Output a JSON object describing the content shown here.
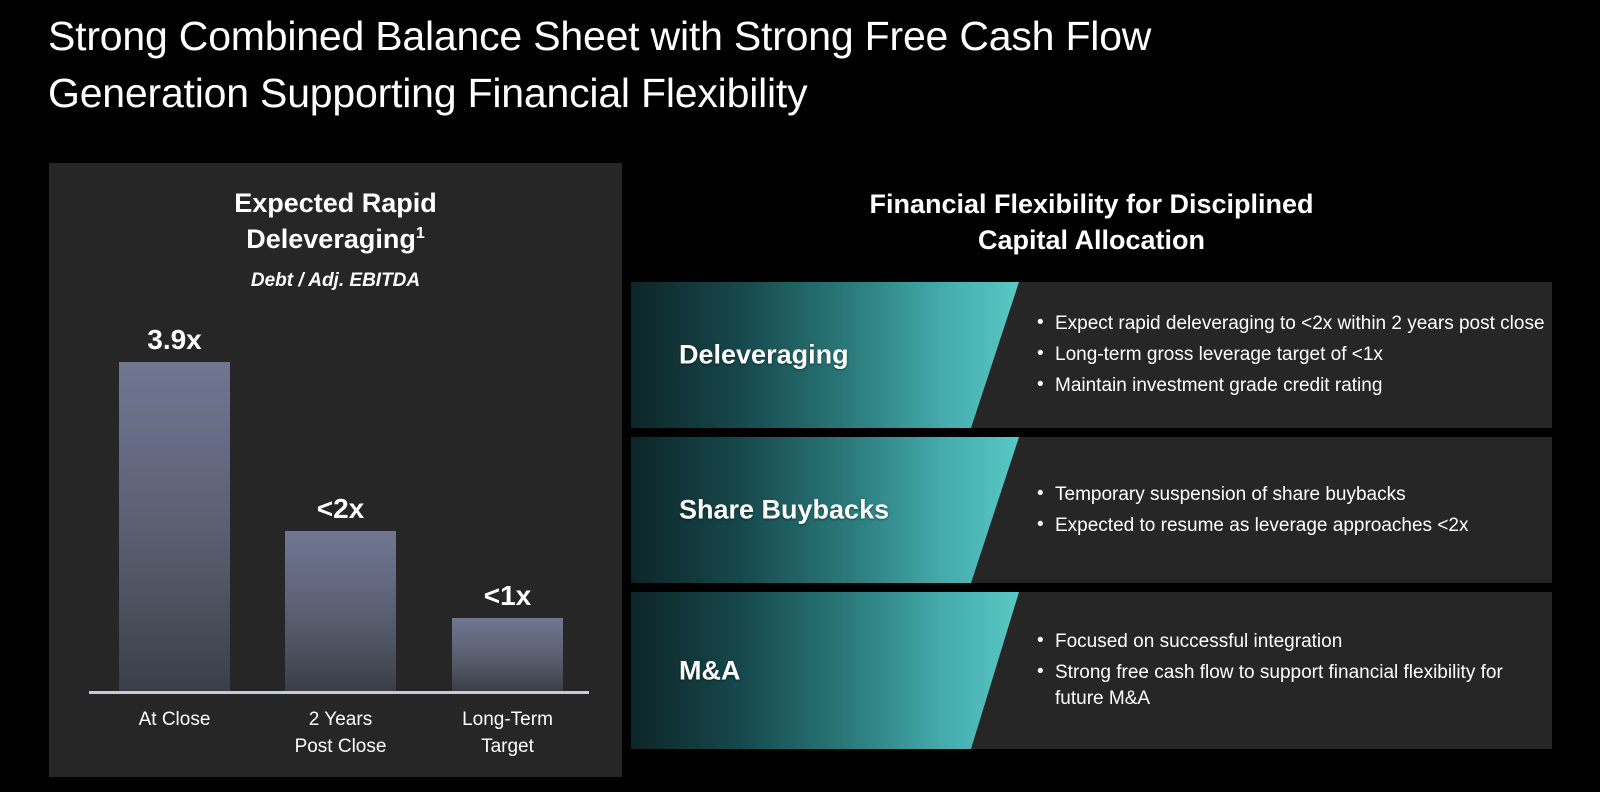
{
  "slide": {
    "title_lines": [
      "Strong Combined Balance Sheet with Strong Free Cash Flow",
      "Generation Supporting Financial Flexibility"
    ],
    "background_color": "#000000"
  },
  "chart_panel": {
    "title_line1": "Expected Rapid",
    "title_line2": "Deleveraging",
    "title_footnote": "1",
    "subtitle": "Debt / Adj. EBITDA",
    "panel_color": "#262626",
    "bar_top_color": "#717690",
    "bar_bottom_color": "#3a3e48",
    "axis_color": "#c9cbd0"
  },
  "chart_data": {
    "type": "bar",
    "title": "Expected Rapid Deleveraging",
    "subtitle": "Debt / Adj. EBITDA",
    "xlabel": "",
    "ylabel": "Debt / Adj. EBITDA",
    "ylim": [
      0,
      4.3
    ],
    "grid": false,
    "legend": "none",
    "categories": [
      "At Close",
      "2 Years Post Close",
      "Long-Term Target"
    ],
    "category_lines": [
      [
        "At Close"
      ],
      [
        "2 Years",
        "Post Close"
      ],
      [
        "Long-Term",
        "Target"
      ]
    ],
    "values": [
      3.9,
      2.0,
      1.0
    ],
    "data_labels": [
      "3.9x",
      "<2x",
      "<1x"
    ]
  },
  "right_panel": {
    "heading_line1": "Financial Flexibility for Disciplined",
    "heading_line2": "Capital Allocation",
    "accent_color": "#59c8c5",
    "accent_dark_color": "#0d2528",
    "panel_color": "#262626",
    "rows": [
      {
        "label": "Deleveraging",
        "bullets": [
          "Expect rapid deleveraging to <2x within 2 years post close",
          "Long-term gross leverage target of <1x",
          "Maintain investment grade credit rating"
        ]
      },
      {
        "label": "Share Buybacks",
        "bullets": [
          "Temporary suspension of share buybacks",
          "Expected to resume as leverage approaches <2x"
        ]
      },
      {
        "label": "M&A",
        "bullets": [
          "Focused on successful integration",
          "Strong free cash flow to support financial flexibility for future M&A"
        ]
      }
    ]
  }
}
